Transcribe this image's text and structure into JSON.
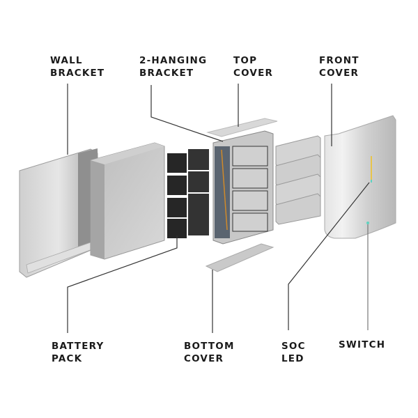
{
  "diagram": {
    "type": "exploded-view",
    "subject": "wall-mounted home battery unit",
    "labels": {
      "wall_bracket": {
        "line1": "WALL",
        "line2": "BRACKET"
      },
      "hanging_bracket": {
        "line1": "2-HANGING",
        "line2": "BRACKET"
      },
      "top_cover": {
        "line1": "TOP",
        "line2": "COVER"
      },
      "front_cover": {
        "line1": "FRONT",
        "line2": "COVER"
      },
      "battery_pack": {
        "line1": "BATTERY",
        "line2": "PACK"
      },
      "bottom_cover": {
        "line1": "BOTTOM",
        "line2": "COVER"
      },
      "soc_led": {
        "line1": "SOC",
        "line2": "LED"
      },
      "switch": {
        "line1": "SWITCH",
        "line2": ""
      }
    },
    "colors": {
      "background": "#ffffff",
      "label_text": "#1a1a1a",
      "leader_line": "#333333",
      "metal_light": "#d9d9d9",
      "metal_dark": "#9a9a9a",
      "battery_cell": "#2a2a2a",
      "led_yellow": "#e8c44a",
      "led_teal": "#5fd3c0"
    }
  }
}
